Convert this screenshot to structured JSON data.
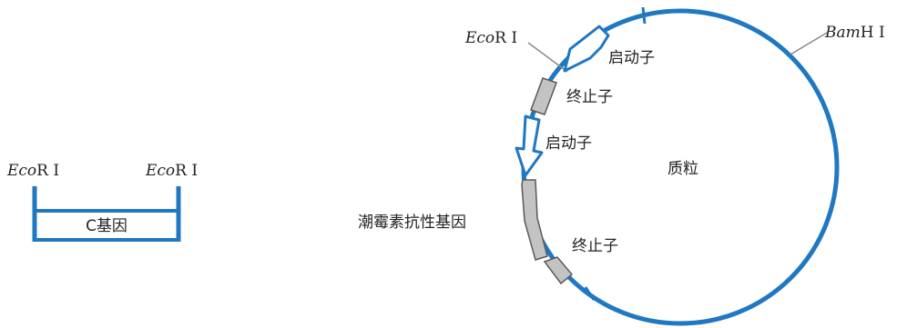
{
  "fragment": {
    "left_site": {
      "italic": "Eco",
      "rest": "R Ⅰ"
    },
    "right_site": {
      "italic": "Eco",
      "rest": "R Ⅰ"
    },
    "gene_label": "C基因"
  },
  "plasmid": {
    "center_label": "质粒",
    "ecori_site": {
      "italic": "Eco",
      "rest": "R Ⅰ"
    },
    "bamhi_site": {
      "italic": "Bam",
      "rest": "H Ⅰ"
    },
    "promoter_1": "启动子",
    "terminator_1": "终止子",
    "promoter_2": "启动子",
    "resistance_gene": "潮霉素抗性基因",
    "terminator_2": "终止子"
  },
  "colors": {
    "dna_blue": "#1f78c1",
    "box_gray": "#c3c3c3",
    "box_stroke": "#5a5a5a",
    "leader_gray": "#8a8a8a",
    "text": "#222222"
  }
}
